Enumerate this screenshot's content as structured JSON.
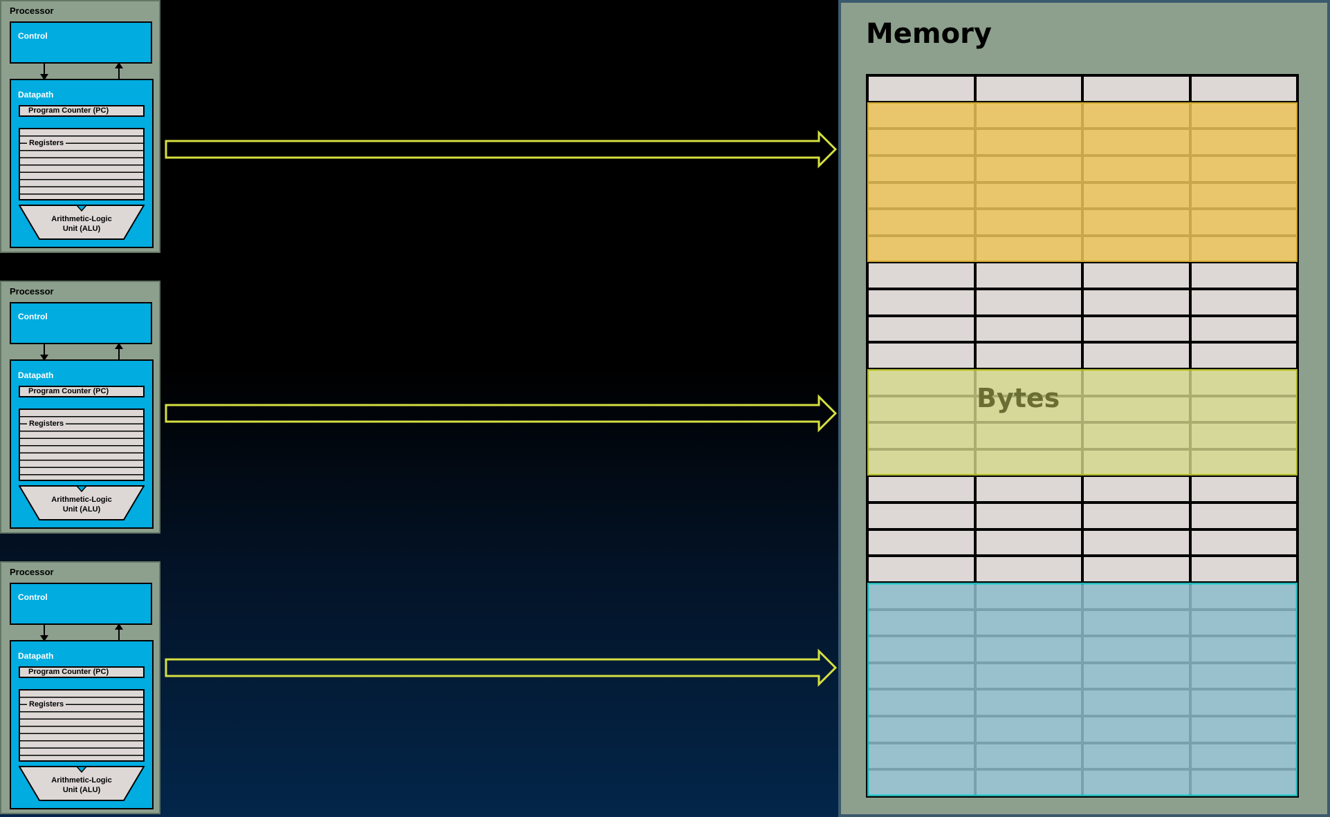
{
  "processors": [
    {
      "title": "Processor",
      "control": "Control",
      "datapath": "Datapath",
      "pc": "Program Counter (PC)",
      "registers": "Registers",
      "alu_line1": "Arithmetic-Logic",
      "alu_line2": "Unit (ALU)"
    },
    {
      "title": "Processor",
      "control": "Control",
      "datapath": "Datapath",
      "pc": "Program Counter (PC)",
      "registers": "Registers",
      "alu_line1": "Arithmetic-Logic",
      "alu_line2": "Unit (ALU)"
    },
    {
      "title": "Processor",
      "control": "Control",
      "datapath": "Datapath",
      "pc": "Program Counter (PC)",
      "registers": "Registers",
      "alu_line1": "Arithmetic-Logic",
      "alu_line2": "Unit (ALU)"
    }
  ],
  "memory": {
    "title": "Memory",
    "bytes_label": "Bytes",
    "columns": 4,
    "rows": 27
  },
  "colors": {
    "processor_bg": "#8da08d",
    "control_blue": "#00ace0",
    "cell": "#ddd8d5",
    "region_orange": "#ecc35a",
    "region_yellow": "#d5d98c",
    "region_blue": "#8ebccc",
    "arrow_stroke": "#d6e040"
  }
}
